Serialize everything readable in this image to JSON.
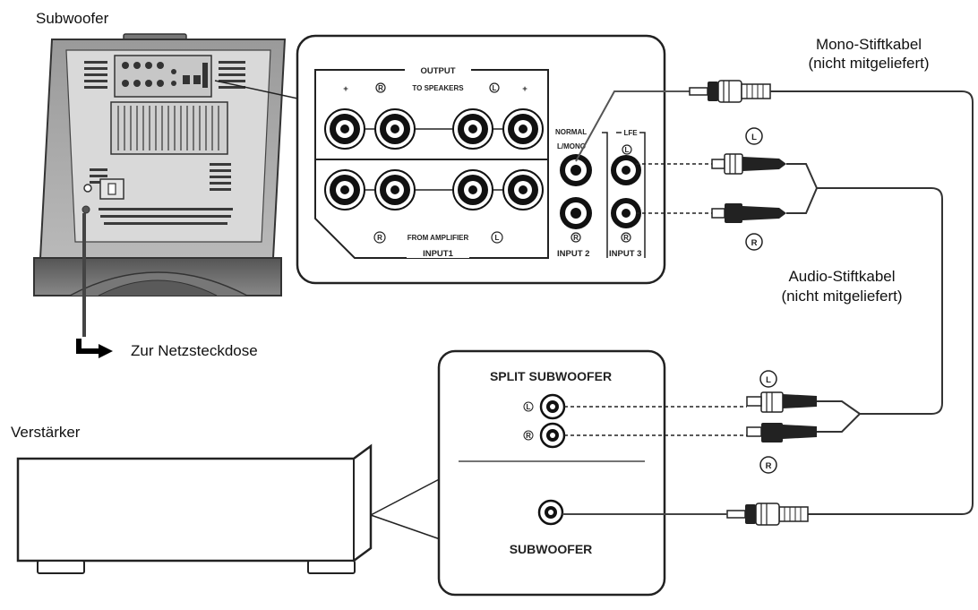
{
  "labels": {
    "subwoofer": "Subwoofer",
    "power_outlet": "Zur Netzsteckdose",
    "amplifier": "Verstärker",
    "mono_cable_line1": "Mono-Stiftkabel",
    "mono_cable_line2": "(nicht mitgeliefert)",
    "audio_cable_line1": "Audio-Stiftkabel",
    "audio_cable_line2": "(nicht mitgeliefert)",
    "channel_left": "L",
    "channel_right": "R"
  },
  "subwoofer_panel": {
    "output": "OUTPUT",
    "to_speakers": "TO SPEAKERS",
    "plus": "+",
    "minus": "–",
    "from_amplifier": "FROM AMPLIFIER",
    "input1": "INPUT1",
    "normal": "NORMAL",
    "l_mono": "L/MONO",
    "lfe": "LFE",
    "input2": "INPUT 2",
    "input3": "INPUT 3"
  },
  "amp_panel": {
    "split_subwoofer": "SPLIT SUBWOOFER",
    "subwoofer": "SUBWOOFER"
  }
}
